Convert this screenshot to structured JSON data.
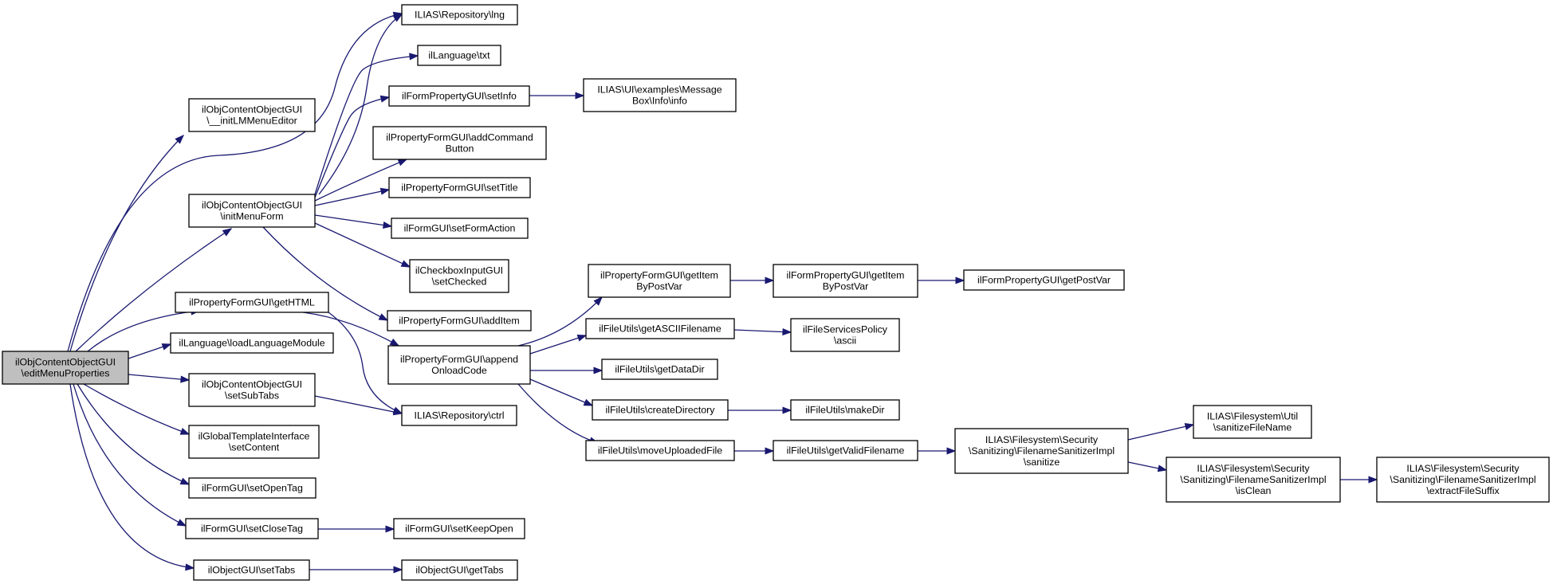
{
  "diagram": {
    "edge_color": "#191970",
    "root_fill": "#bfbfbf",
    "node_fill": "#ffffff",
    "nodes": [
      {
        "id": "root",
        "lines": [
          "ilObjContentObjectGUI",
          "\\editMenuProperties"
        ]
      },
      {
        "id": "initLMMenuEditor",
        "lines": [
          "ilObjContentObjectGUI",
          "\\__initLMMenuEditor"
        ]
      },
      {
        "id": "initMenuForm",
        "lines": [
          "ilObjContentObjectGUI",
          "\\initMenuForm"
        ]
      },
      {
        "id": "pfGetHTML",
        "lines": [
          "ilPropertyFormGUI\\getHTML"
        ]
      },
      {
        "id": "loadLanguageModule",
        "lines": [
          "ilLanguage\\loadLanguageModule"
        ]
      },
      {
        "id": "setSubTabs",
        "lines": [
          "ilObjContentObjectGUI",
          "\\setSubTabs"
        ]
      },
      {
        "id": "setContent",
        "lines": [
          "ilGlobalTemplateInterface",
          "\\setContent"
        ]
      },
      {
        "id": "setOpenTag",
        "lines": [
          "ilFormGUI\\setOpenTag"
        ]
      },
      {
        "id": "setCloseTag",
        "lines": [
          "ilFormGUI\\setCloseTag"
        ]
      },
      {
        "id": "setTabs",
        "lines": [
          "ilObjectGUI\\setTabs"
        ]
      },
      {
        "id": "repoLng",
        "lines": [
          "ILIAS\\Repository\\lng"
        ]
      },
      {
        "id": "langTxt",
        "lines": [
          "ilLanguage\\txt"
        ]
      },
      {
        "id": "setInfo",
        "lines": [
          "ilFormPropertyGUI\\setInfo"
        ]
      },
      {
        "id": "addCommandButton",
        "lines": [
          "ilPropertyFormGUI\\addCommand",
          "Button"
        ]
      },
      {
        "id": "setTitle",
        "lines": [
          "ilPropertyFormGUI\\setTitle"
        ]
      },
      {
        "id": "setFormAction",
        "lines": [
          "ilFormGUI\\setFormAction"
        ]
      },
      {
        "id": "setChecked",
        "lines": [
          "ilCheckboxInputGUI",
          "\\setChecked"
        ]
      },
      {
        "id": "addItem",
        "lines": [
          "ilPropertyFormGUI\\addItem"
        ]
      },
      {
        "id": "appendOnloadCode",
        "lines": [
          "ilPropertyFormGUI\\append",
          "OnloadCode"
        ]
      },
      {
        "id": "repoCtrl",
        "lines": [
          "ILIAS\\Repository\\ctrl"
        ]
      },
      {
        "id": "setKeepOpen",
        "lines": [
          "ilFormGUI\\setKeepOpen"
        ]
      },
      {
        "id": "getTabs",
        "lines": [
          "ilObjectGUI\\getTabs"
        ]
      },
      {
        "id": "msgBoxInfo",
        "lines": [
          "ILIAS\\UI\\examples\\Message",
          "Box\\Info\\info"
        ]
      },
      {
        "id": "pfGetItemByPostVar",
        "lines": [
          "ilPropertyFormGUI\\getItem",
          "ByPostVar"
        ]
      },
      {
        "id": "getASCIIFilename",
        "lines": [
          "ilFileUtils\\getASCIIFilename"
        ]
      },
      {
        "id": "getDataDir",
        "lines": [
          "ilFileUtils\\getDataDir"
        ]
      },
      {
        "id": "createDirectory",
        "lines": [
          "ilFileUtils\\createDirectory"
        ]
      },
      {
        "id": "moveUploadedFile",
        "lines": [
          "ilFileUtils\\moveUploadedFile"
        ]
      },
      {
        "id": "fpGetItemByPostVar",
        "lines": [
          "ilFormPropertyGUI\\getItem",
          "ByPostVar"
        ]
      },
      {
        "id": "ascii",
        "lines": [
          "ilFileServicesPolicy",
          "\\ascii"
        ]
      },
      {
        "id": "makeDir",
        "lines": [
          "ilFileUtils\\makeDir"
        ]
      },
      {
        "id": "getValidFilename",
        "lines": [
          "ilFileUtils\\getValidFilename"
        ]
      },
      {
        "id": "getPostVar",
        "lines": [
          "ilFormPropertyGUI\\getPostVar"
        ]
      },
      {
        "id": "sanitize",
        "lines": [
          "ILIAS\\Filesystem\\Security",
          "\\Sanitizing\\FilenameSanitizerImpl",
          "\\sanitize"
        ]
      },
      {
        "id": "sanitizeFileName",
        "lines": [
          "ILIAS\\Filesystem\\Util",
          "\\sanitizeFileName"
        ]
      },
      {
        "id": "isClean",
        "lines": [
          "ILIAS\\Filesystem\\Security",
          "\\Sanitizing\\FilenameSanitizerImpl",
          "\\isClean"
        ]
      },
      {
        "id": "extractFileSuffix",
        "lines": [
          "ILIAS\\Filesystem\\Security",
          "\\Sanitizing\\FilenameSanitizerImpl",
          "\\extractFileSuffix"
        ]
      }
    ],
    "edges": [
      [
        "root",
        "initLMMenuEditor"
      ],
      [
        "root",
        "initMenuForm"
      ],
      [
        "root",
        "pfGetHTML"
      ],
      [
        "root",
        "loadLanguageModule"
      ],
      [
        "root",
        "setSubTabs"
      ],
      [
        "root",
        "setContent"
      ],
      [
        "root",
        "setOpenTag"
      ],
      [
        "root",
        "setCloseTag"
      ],
      [
        "root",
        "setTabs"
      ],
      [
        "root",
        "repoLng"
      ],
      [
        "initMenuForm",
        "repoLng"
      ],
      [
        "initMenuForm",
        "langTxt"
      ],
      [
        "initMenuForm",
        "setInfo"
      ],
      [
        "initMenuForm",
        "addCommandButton"
      ],
      [
        "initMenuForm",
        "setTitle"
      ],
      [
        "initMenuForm",
        "setFormAction"
      ],
      [
        "initMenuForm",
        "setChecked"
      ],
      [
        "initMenuForm",
        "addItem"
      ],
      [
        "pfGetHTML",
        "appendOnloadCode"
      ],
      [
        "pfGetHTML",
        "repoCtrl"
      ],
      [
        "setSubTabs",
        "repoCtrl"
      ],
      [
        "setCloseTag",
        "setKeepOpen"
      ],
      [
        "setTabs",
        "getTabs"
      ],
      [
        "setInfo",
        "msgBoxInfo"
      ],
      [
        "appendOnloadCode",
        "pfGetItemByPostVar"
      ],
      [
        "appendOnloadCode",
        "getASCIIFilename"
      ],
      [
        "appendOnloadCode",
        "getDataDir"
      ],
      [
        "appendOnloadCode",
        "createDirectory"
      ],
      [
        "appendOnloadCode",
        "moveUploadedFile"
      ],
      [
        "pfGetItemByPostVar",
        "fpGetItemByPostVar"
      ],
      [
        "fpGetItemByPostVar",
        "getPostVar"
      ],
      [
        "getASCIIFilename",
        "ascii"
      ],
      [
        "createDirectory",
        "makeDir"
      ],
      [
        "moveUploadedFile",
        "getValidFilename"
      ],
      [
        "getValidFilename",
        "sanitize"
      ],
      [
        "sanitize",
        "sanitizeFileName"
      ],
      [
        "sanitize",
        "isClean"
      ],
      [
        "isClean",
        "extractFileSuffix"
      ]
    ]
  }
}
